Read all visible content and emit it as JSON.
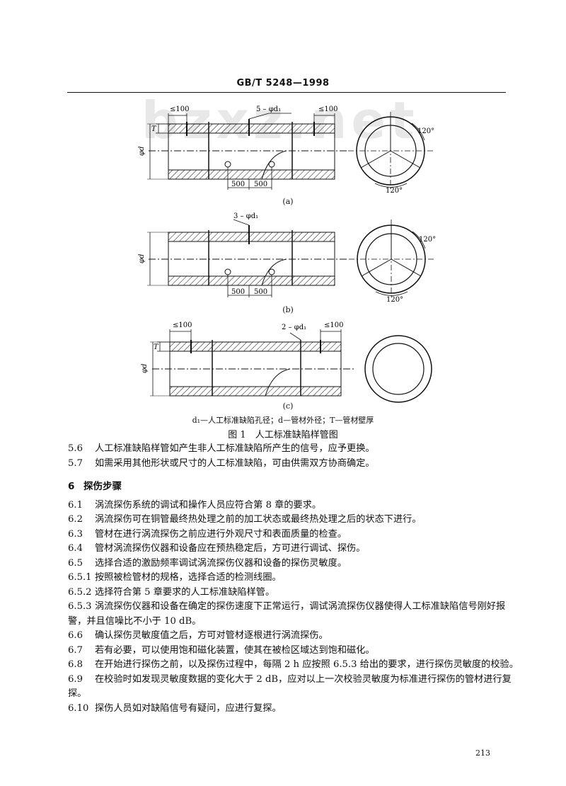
{
  "header": {
    "standard": "GB/T 5248—1998"
  },
  "watermark": "bzxz.net",
  "figure": {
    "panels": [
      {
        "caption": "(a)",
        "dim_left": "≤100",
        "dim_right": "≤100",
        "holes": "5 – φd₁",
        "spacing": [
          "500",
          "500"
        ],
        "angle_1": "120°",
        "angle_2": "120°"
      },
      {
        "caption": "(b)",
        "holes": "3 – φd₁",
        "spacing": [
          "500",
          "500"
        ],
        "angle_1": "120°",
        "angle_2": "120°"
      },
      {
        "caption": "(c)",
        "dim_left": "≤100",
        "dim_right": "≤100",
        "holes": "2 – φd₁"
      }
    ],
    "labels": {
      "wall": "T",
      "diameter": "φd"
    },
    "legend": "d₁—人工标准缺陷孔径；d—管材外径；T—管材壁厚",
    "title": "图 1　人工标准缺陷样管图"
  },
  "paragraphs": [
    {
      "num": "5.6",
      "text": "人工标准缺陷样管如产生非人工标准缺陷所产生的信号，应予更换。"
    },
    {
      "num": "5.7",
      "text": "如需采用其他形状或尺寸的人工标准缺陷，可由供需双方协商确定。"
    }
  ],
  "section": {
    "num": "6",
    "title": "探伤步骤"
  },
  "steps": [
    {
      "num": "6.1",
      "text": "涡流探伤系统的调试和操作人员应符合第 8 章的要求。"
    },
    {
      "num": "6.2",
      "text": "涡流探伤可在铜管最终热处理之前的加工状态或最终热处理之后的状态下进行。"
    },
    {
      "num": "6.3",
      "text": "管材在进行涡流探伤之前应进行外观尺寸和表面质量的检查。"
    },
    {
      "num": "6.4",
      "text": "管材涡流探伤仪器和设备应在预热稳定后，方可进行调试、探伤。"
    },
    {
      "num": "6.5",
      "text": "选择合适的激励频率调试涡流探伤仪器和设备的探伤灵敏度。"
    },
    {
      "num": "6.5.1",
      "text": "按照被检管材的规格，选择合适的检测线圈。"
    },
    {
      "num": "6.5.2",
      "text": "选择符合第 5 章要求的人工标准缺陷样管。"
    },
    {
      "num": "6.5.3",
      "text": "涡流探伤仪器和设备在确定的探伤速度下正常运行，调试涡流探伤仪器使得人工标准缺陷信号刚好报警，并且信噪比不小于 10 dB。"
    },
    {
      "num": "6.6",
      "text": "确认探伤灵敏度值之后，方可对管材逐根进行涡流探伤。"
    },
    {
      "num": "6.7",
      "text": "若有必要，可以使用饱和磁化装置，使其在被检区域达到饱和磁化。"
    },
    {
      "num": "6.8",
      "text": "在开始进行探伤之前，以及探伤过程中，每隔 2 h 应按照 6.5.3 给出的要求，进行探伤灵敏度的校验。"
    },
    {
      "num": "6.9",
      "text": "在校验时如发现灵敏度数据的变化大于 2 dB，应对以上一次校验灵敏度为标准进行探伤的管材进行复探。"
    },
    {
      "num": "6.10",
      "text": "探伤人员如对缺陷信号有疑问，应进行复探。"
    }
  ],
  "page_number": "213"
}
